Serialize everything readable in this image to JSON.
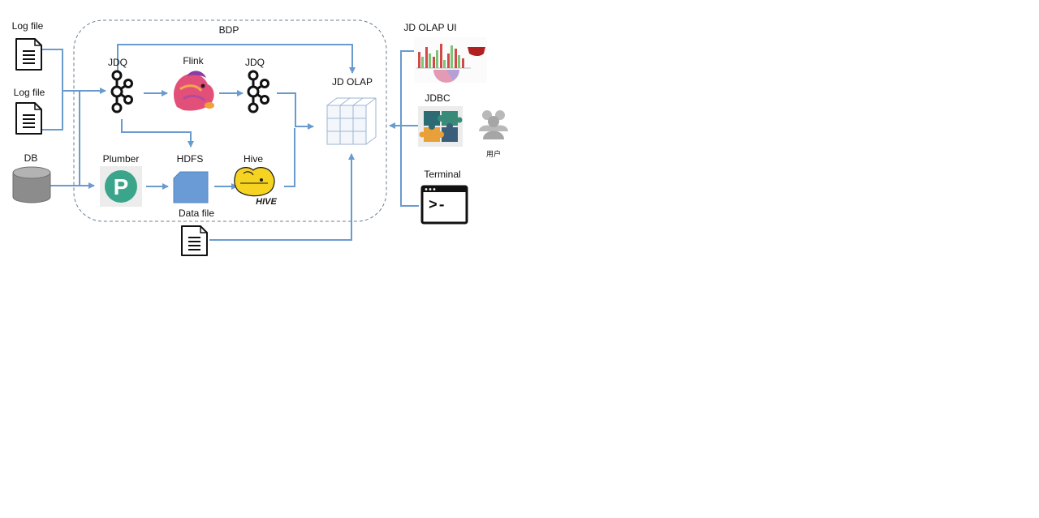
{
  "labels": {
    "log_file_1": "Log file",
    "log_file_2": "Log file",
    "db": "DB",
    "bdp": "BDP",
    "jdq_1": "JDQ",
    "flink": "Flink",
    "jdq_2": "JDQ",
    "jd_olap": "JD OLAP",
    "plumber": "Plumber",
    "hdfs": "HDFS",
    "hive": "Hive",
    "data_file": "Data file",
    "jd_olap_ui": "JD OLAP UI",
    "jdbc": "JDBC",
    "terminal": "Terminal",
    "user": "用户"
  },
  "icons": {
    "plumber_logo_letter": "P",
    "hive_logo_text": "HIVE",
    "terminal_prompt": ">-"
  },
  "colors": {
    "arrow": "#6a9bcf",
    "bdp_border": "#6a7f90",
    "plumber_green": "#3aa58a",
    "hdfs_blue": "#6a9bd6",
    "db_gray": "#8c8c8c",
    "flink_pink": "#e2507a",
    "hive_yellow": "#f5d320"
  }
}
